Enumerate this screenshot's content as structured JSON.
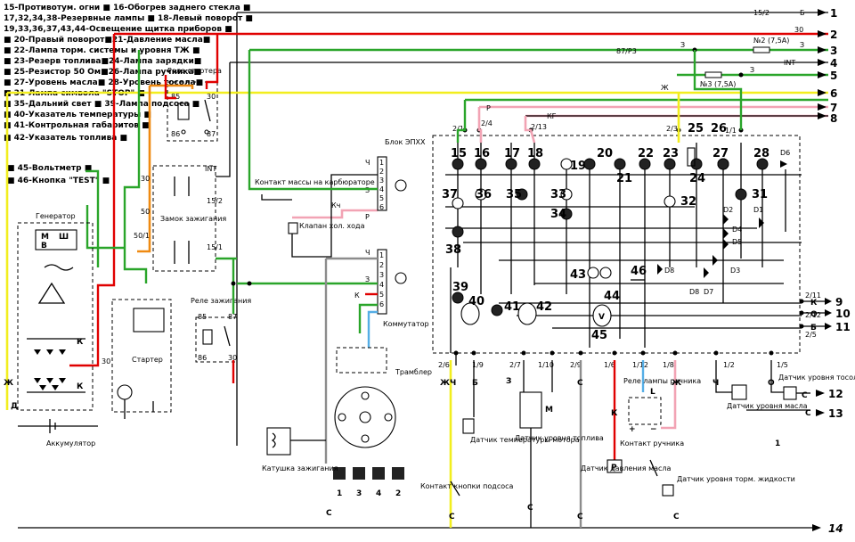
{
  "legend": [
    "15-Противотум. огни ■ 16-Обогрев заднего стекла ■",
    "17,32,34,38-Резервные лампы ■ 18-Левый поворот ■",
    "19,33,36,37,43,44-Освещение щитка приборов ■",
    "■ 20-Правый поворот■21-Давление масла■",
    "■ 22-Лампа торм. системы и уровня ТЖ ■",
    "■ 23-Резерв топлива■24-Лампа зарядки■",
    "■ 25-Резистор 50 Ом■26-Лампа ручника■",
    "■ 27-Уровень масла■ 28-Уровень тосола■",
    "■ 31-Лампа символа \"STOP\" ■",
    "■ 35-Дальний свет ■ 39-Лампа подсоса ■",
    "■ 40-Указатель температуры ■",
    "■ 41-Контрольная габаритов ■",
    "■ 42-Указатель топлива ■"
  ],
  "legend2": [
    "■ 45-Вольтметр ■",
    "■ 46-Кнопка \"TEST\" ■"
  ],
  "terminals": [
    "1",
    "2",
    "3",
    "4",
    "5",
    "6",
    "7",
    "8",
    "9",
    "10",
    "11",
    "12",
    "13",
    "14"
  ],
  "bus_labels": {
    "b15_2": "15/2",
    "b30": "30",
    "b87": "87/Р3",
    "fuse2": "№2 (7,5А)",
    "int": "INT",
    "fuse3": "№3 (7,5А)",
    "zh": "Ж",
    "r": "Р",
    "kg": "КГ",
    "z": "З",
    "k": "К",
    "o": "О",
    "b": "Б",
    "s": "С"
  },
  "components": {
    "relay_starter": "Реле стартера",
    "generator": "Генератор",
    "starter": "Стартер",
    "battery": "Аккумулятор",
    "ignition_lock": "Замок зажигания",
    "relay_ignition": "Реле зажигания",
    "ground_contact": "Контакт массы на карбюраторе",
    "solenoid": "Клапан хол. хода",
    "epkhh": "Блок ЭПХХ",
    "commutator": "Коммутатор",
    "distributor": "Трамблер",
    "coil": "Катушка зажигания",
    "choke_button": "Контакт кнопки подсоса",
    "temp_sensor": "Датчик температуры мотора",
    "fuel_sensor": "Датчик уровня топлива",
    "oil_pressure": "Датчик давления масла",
    "handbrake_contact": "Контакт ручника",
    "handbrake_relay": "Реле лампы ручника",
    "brake_fluid": "Датчик уровня торм. жидкости",
    "oil_level": "Датчик уровня масла",
    "coolant_level": "Датчик уровня тосола"
  },
  "pins": {
    "r30a": "30",
    "r85a": "85",
    "r86a": "86",
    "r87a": "87",
    "r85b": "85",
    "r87b": "87",
    "r86b": "86",
    "r30b": "30",
    "iz30": "30",
    "iz50": "50",
    "iz50_1": "50/1",
    "izINT": "INT",
    "iz15_2": "15/2",
    "iz15_1": "15/1",
    "p2_1": "2/1",
    "p2_4": "2/4",
    "p2_13": "2/13",
    "p2_3": "2/3",
    "p1_1": "1/1",
    "p2_11": "2/11",
    "p2_12": "2/12",
    "p2_5": "2/5",
    "p2_6": "2/6",
    "p1_9": "1/9",
    "p2_7": "2/7",
    "p1_10": "1/10",
    "p2_9": "2/9",
    "p1_6": "1/6",
    "p1_12": "1/12",
    "p1_8": "1/8",
    "p1_2": "1/2",
    "p1_5": "1/5",
    "gen_m": "М",
    "gen_v": "В",
    "gen_sh": "Ш",
    "gen_d": "Д",
    "cyl": [
      "1",
      "3",
      "4",
      "2"
    ],
    "ch": "Ч",
    "kch": "Кч",
    "m": "М",
    "v": "V",
    "plus": "+",
    "minus": "−",
    "l": "L",
    "p": "P"
  },
  "lamps": [
    "15",
    "16",
    "17",
    "18",
    "19",
    "20",
    "21",
    "22",
    "23",
    "24",
    "25",
    "26",
    "27",
    "28",
    "31",
    "32",
    "33",
    "34",
    "35",
    "36",
    "37",
    "38",
    "39",
    "40",
    "41",
    "42",
    "43",
    "44",
    "45",
    "46"
  ],
  "diodes": [
    "D1",
    "D2",
    "D3",
    "D4",
    "D5",
    "D6",
    "D7",
    "D8"
  ],
  "one": "1"
}
